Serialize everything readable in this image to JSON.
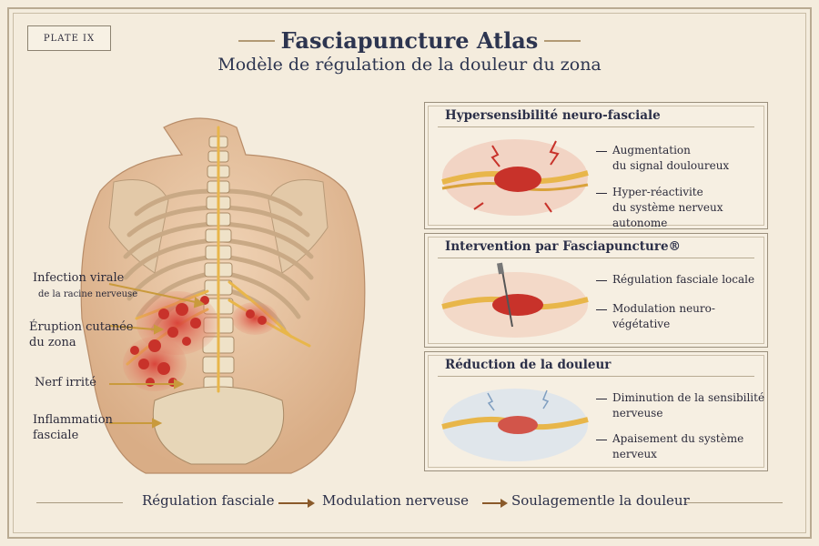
{
  "plate": "PLATE IX",
  "title": "Fasciapuncture Atlas",
  "subtitle": "Modèle de régulation de la douleur du zona",
  "labels": {
    "infection_l1": "Infection virale",
    "infection_l2": "de la racine nerveuse",
    "eruption_l1": "Éruption cutanée",
    "eruption_l2": "du zona",
    "nerf": "Nerf irrité",
    "inflam_l1": "Inflammation",
    "inflam_l2": "fasciale"
  },
  "panels": [
    {
      "title": "Hypersensibilité neuro-fasciale",
      "points": [
        {
          "l1": "Augmentation",
          "l2": "du signal douloureux"
        },
        {
          "l1": "Hyper-réactivite",
          "l2": "du système nerveux autonome"
        }
      ]
    },
    {
      "title": "Intervention par Fasciapuncture®",
      "points": [
        {
          "l1": "Régulation fasciale locale",
          "l2": ""
        },
        {
          "l1": "Modulation neuro-végétative",
          "l2": ""
        }
      ]
    },
    {
      "title": "Réduction de la douleur",
      "points": [
        {
          "l1": "Diminution de la sensibilité",
          "l2": "nerveuse"
        },
        {
          "l1": "Apaisement du système",
          "l2": "nerveux"
        }
      ]
    }
  ],
  "flow": {
    "step1": "Régulation fasciale",
    "step2": "Modulation nerveuse",
    "step3": "Soulagementle la douleur"
  },
  "colors": {
    "nerve": "#e8b64a",
    "rash": "#c8322a",
    "bone": "#e8d9bd",
    "skin": "#e9c7a6",
    "calm": "#9fb8d2",
    "ink": "#2d3550"
  }
}
